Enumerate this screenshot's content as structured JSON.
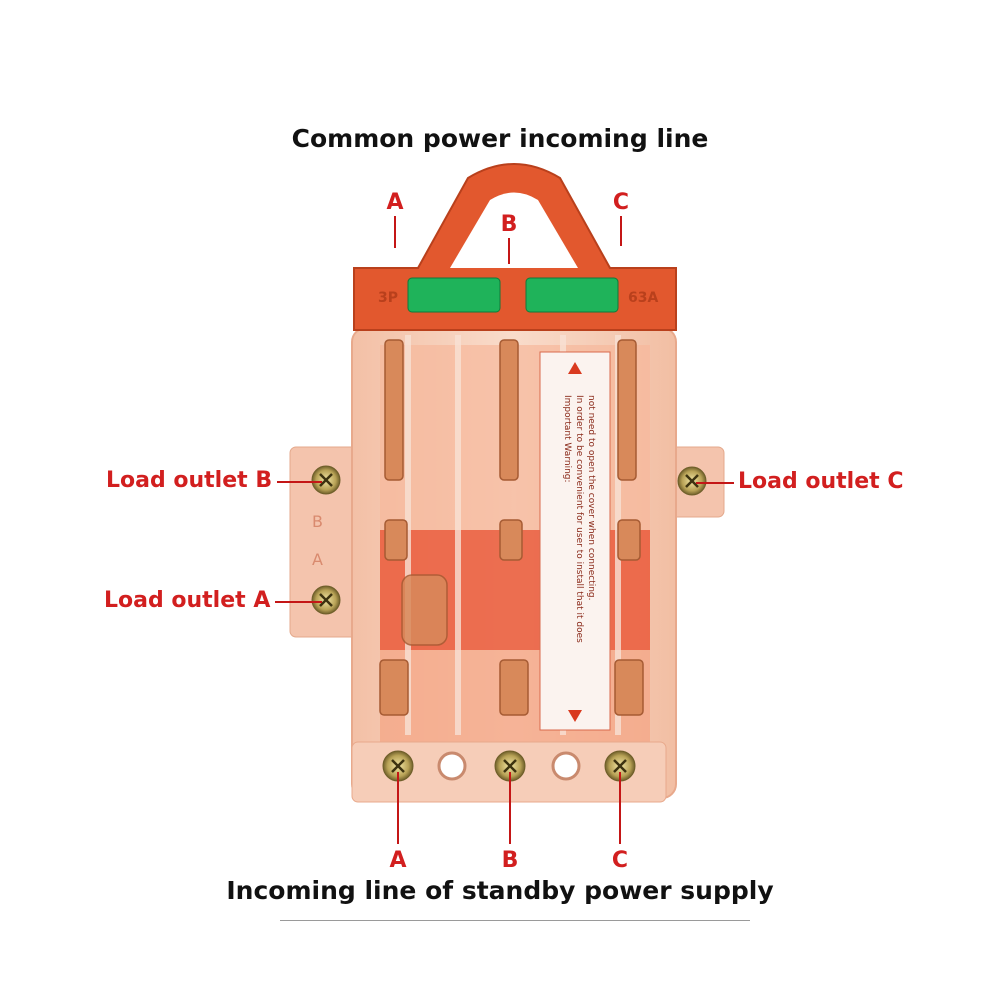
{
  "top_title": "Common power incoming line",
  "bottom_title": "Incoming line of standby power supply",
  "top_phases": [
    "A",
    "B",
    "C"
  ],
  "bottom_phases": [
    "A",
    "B",
    "C"
  ],
  "outlets": {
    "load_b": "Load outlet B",
    "load_a": "Load outlet A",
    "load_c": "Load outlet C"
  },
  "device": {
    "pole_mark": "3P",
    "rating_mark": "63A",
    "side_letter_b": "B",
    "side_letter_a": "A",
    "warning_title": "Important Warning:",
    "warning_line_1": "In order to be convenient for user to install that it does",
    "warning_line_2": "not need to open the cover when connecting."
  },
  "colors": {
    "label_red": "#d21f1f",
    "handle": "#e2582e",
    "indicator": "#1fb35a",
    "copper": "#d8895a",
    "body": "#f6cdb8"
  }
}
